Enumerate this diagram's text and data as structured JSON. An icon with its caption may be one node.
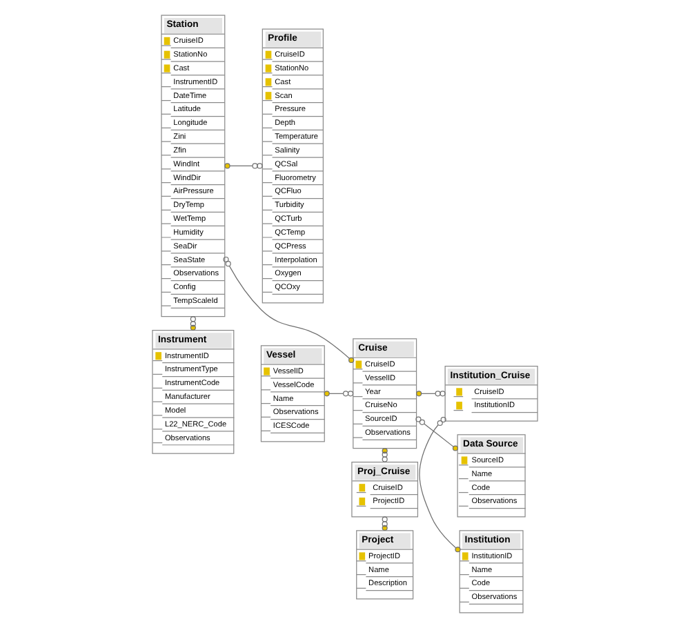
{
  "diagram": {
    "nodes": [
      {
        "text": [
          "Station",
          "CruiseID",
          "StationNo",
          "Cast",
          "InstrumentID",
          "DateTime",
          "Latitude",
          "Longitude",
          "Zini",
          "Zfin",
          "WindInt",
          "WindDir",
          "AirPressure",
          "DryTemp",
          "WetTemp",
          "Humidity",
          "SeaDir",
          "SeaState",
          "Observations",
          "Config",
          "TempScaleId"
        ]
      },
      {
        "text": [
          "Vessel",
          "VesselID",
          "VesselCode",
          "Name",
          "Observations",
          "ICESCode"
        ]
      },
      {
        "text": [
          "Cruise",
          "CruiseID",
          "VesselID",
          "Year",
          "CruiseNo",
          "SourceID",
          "Observations"
        ]
      },
      {
        "text": [
          "Institution_Cruise",
          "CruiseID",
          "InstitutionID"
        ]
      },
      {
        "text": [
          "Institution",
          "InstitutionID",
          "Name",
          "Code",
          "Observations"
        ]
      },
      {
        "text": [
          "Profile",
          "CruiseID",
          "StationNo",
          "Cast",
          "Scan",
          "Pressure",
          "Depth",
          "Temperature",
          "Salinity",
          "QCSal",
          "Fluorometry",
          "QCFluo",
          "Turbidity",
          "QCTurb",
          "QCTemp",
          "QCPress",
          "Interpolation",
          "Oxygen",
          "QCOxy"
        ]
      },
      {
        "text": [
          "Proj_Cruise",
          "CruiseID",
          "ProjectID"
        ]
      },
      {
        "text": [
          "Data Source",
          "SourceID",
          "Name",
          "Code",
          "Observations"
        ]
      },
      {
        "text": [
          "Project",
          "ProjectID",
          "Name",
          "Description"
        ]
      },
      {
        "text": [
          "Instrument",
          "InstrumentID",
          "InstrumentType",
          "InstrumentCode",
          "Manufacturer",
          "Model",
          "L22_NERC_Code",
          "Observations"
        ]
      }
    ],
    "edges": [
      {
        "from": 1,
        "to": 2,
        "arrow": "other"
      },
      {
        "from": 2,
        "to": 3,
        "arrow": "other"
      },
      {
        "from": 4,
        "to": 3,
        "arrow": "other"
      },
      {
        "from": 2,
        "to": 0,
        "arrow": "other"
      },
      {
        "from": 0,
        "to": 5,
        "arrow": "other"
      },
      {
        "from": 9,
        "to": 0,
        "arrow": "other"
      },
      {
        "from": 2,
        "to": 6,
        "arrow": "other"
      },
      {
        "from": 8,
        "to": 6,
        "arrow": "other"
      },
      {
        "from": 7,
        "to": 2,
        "arrow": "other"
      }
    ]
  }
}
